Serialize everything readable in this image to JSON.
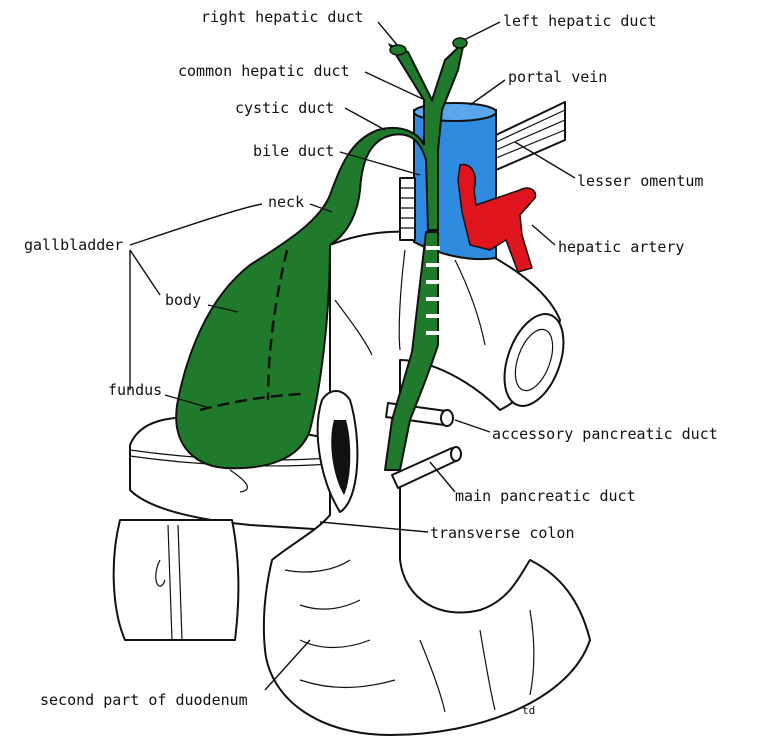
{
  "labels": {
    "right_hepatic_duct": "right hepatic duct",
    "left_hepatic_duct": "left hepatic duct",
    "common_hepatic_duct": "common hepatic duct",
    "portal_vein": "portal vein",
    "cystic_duct": "cystic duct",
    "bile_duct": "bile duct",
    "lesser_omentum": "lesser omentum",
    "neck": "neck",
    "gallbladder": "gallbladder",
    "hepatic_artery": "hepatic artery",
    "body": "body",
    "fundus": "fundus",
    "accessory_pancreatic_duct": "accessory pancreatic duct",
    "main_pancreatic_duct": "main pancreatic duct",
    "transverse_colon": "transverse colon",
    "second_part_of_duodenum": "second part of duodenum",
    "signature": "td"
  },
  "colors": {
    "gallbladder_ducts": "#1f7a2c",
    "portal_vein": "#2f8be0",
    "hepatic_artery": "#e0141c",
    "outline": "#111111",
    "background": "#ffffff"
  }
}
